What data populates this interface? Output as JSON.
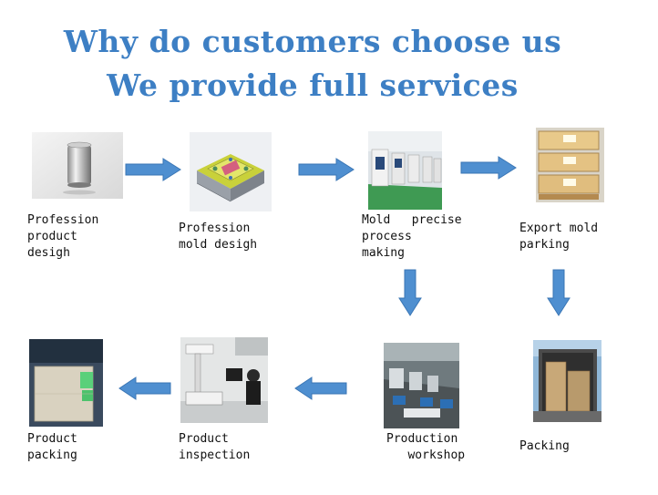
{
  "title_line1": "Why do customers choose us",
  "title_line2": "We provide full services",
  "steps": [
    {
      "label": "Profession\nproduct\ndesigh",
      "icon": "aluminum-can-photo"
    },
    {
      "label": "Profession\nmold desigh",
      "icon": "mold-3d-model-photo"
    },
    {
      "label": "Mold   precise\nprocess\nmaking",
      "icon": "machining-workshop-photo"
    },
    {
      "label": "Export mold\nparking",
      "icon": "wooden-crates-photo"
    },
    {
      "label": "Packing",
      "icon": "shipping-container-photo"
    },
    {
      "label": "Production\n   workshop",
      "icon": "production-line-photo"
    },
    {
      "label": "Product\ninspection",
      "icon": "inspection-lab-photo"
    },
    {
      "label": "Product\npacking",
      "icon": "carton-box-photo"
    }
  ],
  "colors": {
    "title": "#3d7fc4",
    "arrow": "#4f8fd0",
    "arrow_stroke": "#3a76b5"
  }
}
